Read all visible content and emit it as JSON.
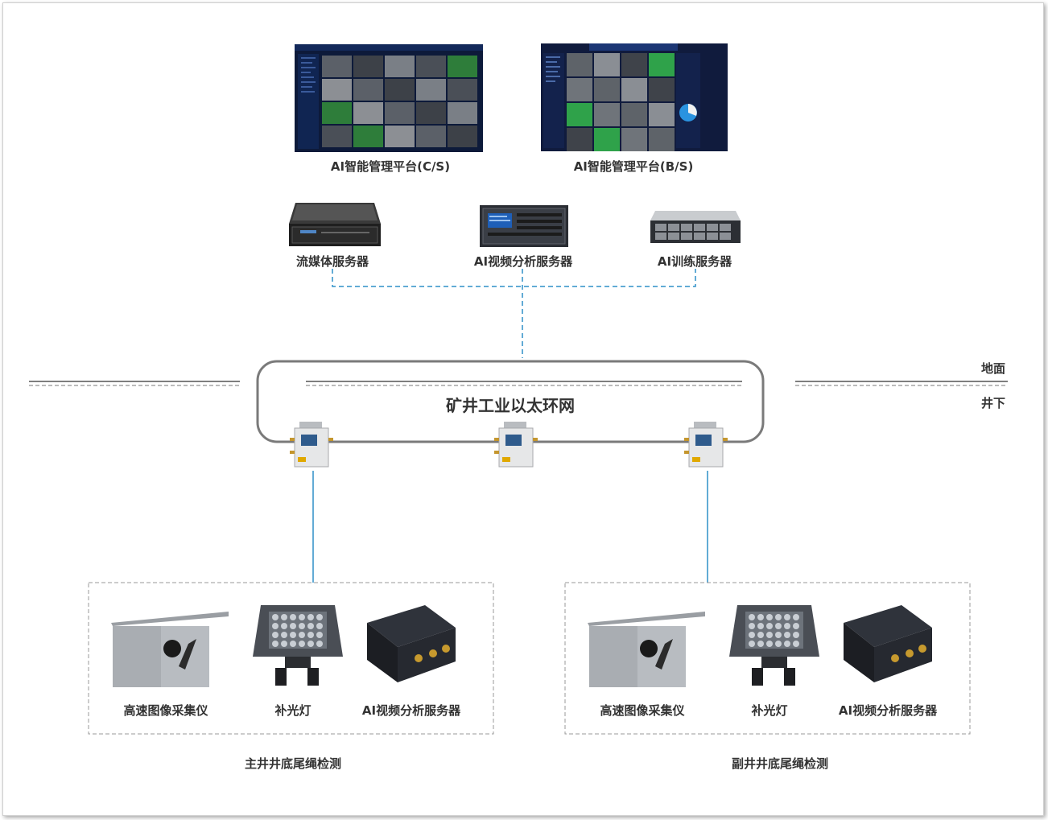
{
  "platforms": {
    "cs_label": "AI智能管理平台(C/S)",
    "bs_label": "AI智能管理平台(B/S)"
  },
  "servers": {
    "streaming": "流媒体服务器",
    "analysis": "AI视频分析服务器",
    "training": "AI训练服务器"
  },
  "network": {
    "ring_label": "矿井工业以太环网",
    "surface_label": "地面",
    "underground_label": "井下"
  },
  "groups": [
    {
      "title": "主井井底尾绳检测",
      "devices": {
        "camera": "高速图像采集仪",
        "light": "补光灯",
        "server": "AI视频分析服务器"
      }
    },
    {
      "title": "副井井底尾绳检测",
      "devices": {
        "camera": "高速图像采集仪",
        "light": "补光灯",
        "server": "AI视频分析服务器"
      }
    }
  ],
  "colors": {
    "link_blue": "#2e8fc7",
    "ring_gray": "#7a7a7a",
    "screen_dark": "#0d1a3a"
  }
}
